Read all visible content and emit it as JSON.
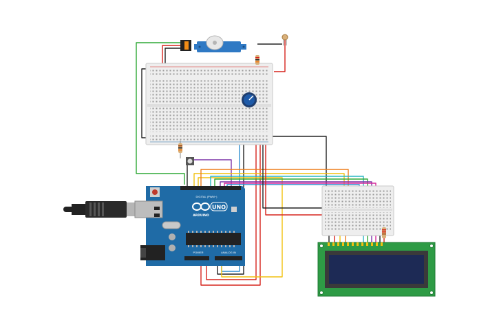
{
  "components": {
    "arduino": {
      "brand_label": "ARDUINO",
      "model_label": "UNO",
      "digital_header_label": "DIGITAL (PWM~)",
      "power_header_label": "POWER",
      "analog_header_label": "ANALOG IN",
      "board_color": "#1f6ba6"
    },
    "lcd": {
      "body_color": "#2e9b45",
      "screen_color": "#1d2a55"
    },
    "servo": {
      "body_color": "#2f79c4"
    },
    "potentiometer": {
      "knob_color": "#1e5aa8"
    },
    "usb_cable": {
      "color": "#222222"
    }
  },
  "wire_colors": {
    "red": "#d6231c",
    "black": "#222222",
    "green": "#2fa836",
    "yellow": "#f2c10f",
    "blue": "#2f8ed0",
    "cyan": "#27b5c2",
    "purple": "#7d35a8",
    "magenta": "#d62b9a",
    "orange": "#ee7d1a"
  }
}
